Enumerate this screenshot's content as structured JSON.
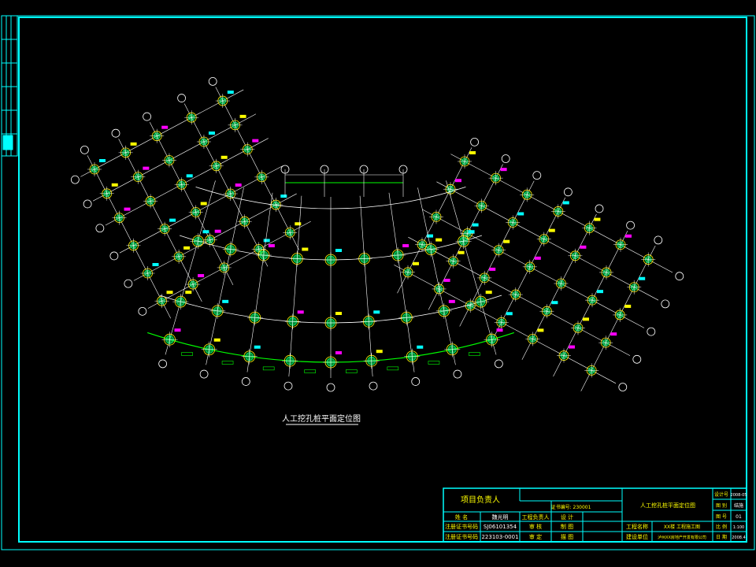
{
  "drawing": {
    "title": "人工挖孔桩平面定位图",
    "colors": {
      "background": "#000000",
      "frame": "#00ffff",
      "titleblock_text": "#ffffff",
      "titleblock_header": "#ffff00",
      "grid_lines": "#ffffff",
      "grid_bubble": "#ffffff",
      "pile_fill": "#00ff66",
      "pile_ring": "#ffff00",
      "dim_green": "#00ff00",
      "tag_cyan": "#00ffff",
      "tag_yellow": "#ffff00",
      "tag_magenta": "#ff00ff",
      "tag_red": "#ff2222"
    }
  },
  "titleblock": {
    "project_head": "项目负责人",
    "row_name_label": "姓 名",
    "row_name_value": "魏光明",
    "row_cert1_label": "注册证书号码",
    "row_cert1_value": "SJ06101354",
    "row_cert2_label": "注册证书号码",
    "row_cert2_value": "223103-0001",
    "cert_number": "证书编号: 230001",
    "engineer_lead": "工程负责人",
    "design": "设 计",
    "review": "审 核",
    "draw": "制 图",
    "approve": "审 定",
    "proofread": "描 图",
    "drawing_name": "人工挖孔桩平面定位图",
    "project_label": "工程名称",
    "project_value": "XX楼 工程施工图",
    "build_label": "建设单位",
    "build_value": "泸州XX房地产开发有限公司",
    "design_no_label": "设计号",
    "design_no_value": "2008-05",
    "drawing_cat_label": "图 别",
    "drawing_cat_value": "结施",
    "drawing_no_label": "图 号",
    "drawing_no_value": "01",
    "scale_label": "比 例",
    "scale_value": "1:100",
    "date_label": "日 期",
    "date_value": "2008.4"
  }
}
